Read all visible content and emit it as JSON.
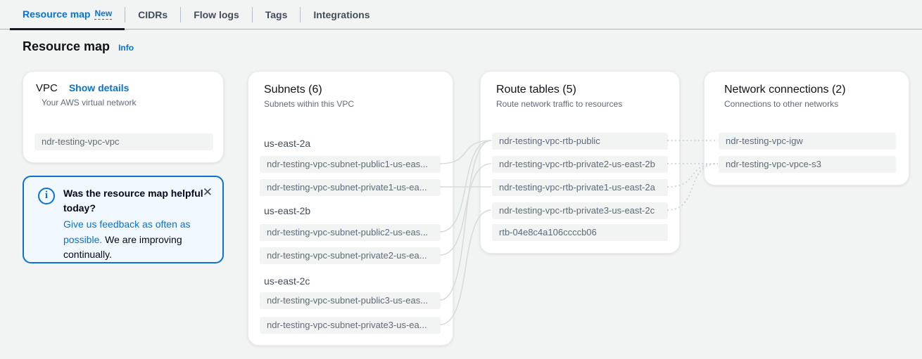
{
  "tabs": {
    "items": [
      {
        "label": "Resource map",
        "badge": "New",
        "active": true
      },
      {
        "label": "CIDRs",
        "active": false
      },
      {
        "label": "Flow logs",
        "active": false
      },
      {
        "label": "Tags",
        "active": false
      },
      {
        "label": "Integrations",
        "active": false
      }
    ]
  },
  "header": {
    "title": "Resource map",
    "info_label": "Info"
  },
  "vpc_card": {
    "title": "VPC",
    "details_link": "Show details",
    "subtitle": "Your AWS virtual network",
    "item": "ndr-testing-vpc-vpc"
  },
  "subnets_card": {
    "title": "Subnets (6)",
    "subtitle": "Subnets within this VPC",
    "groups": [
      {
        "az": "us-east-2a",
        "items": [
          "ndr-testing-vpc-subnet-public1-us-eas...",
          "ndr-testing-vpc-subnet-private1-us-ea..."
        ]
      },
      {
        "az": "us-east-2b",
        "items": [
          "ndr-testing-vpc-subnet-public2-us-eas...",
          "ndr-testing-vpc-subnet-private2-us-ea..."
        ]
      },
      {
        "az": "us-east-2c",
        "items": [
          "ndr-testing-vpc-subnet-public3-us-eas...",
          "ndr-testing-vpc-subnet-private3-us-ea..."
        ]
      }
    ]
  },
  "route_tables_card": {
    "title": "Route tables (5)",
    "subtitle": "Route network traffic to resources",
    "items": [
      "ndr-testing-vpc-rtb-public",
      "ndr-testing-vpc-rtb-private2-us-east-2b",
      "ndr-testing-vpc-rtb-private1-us-east-2a",
      "ndr-testing-vpc-rtb-private3-us-east-2c",
      "rtb-04e8c4a106ccccb06"
    ]
  },
  "network_card": {
    "title": "Network connections (2)",
    "subtitle": "Connections to other networks",
    "items": [
      "ndr-testing-vpc-igw",
      "ndr-testing-vpc-vpce-s3"
    ]
  },
  "feedback": {
    "title": "Was the resource map helpful today?",
    "link_text": "Give us feedback as often as possible.",
    "body_text": " We are improving continually."
  },
  "icons": {
    "info_letter": "i",
    "close": "✕"
  },
  "colors": {
    "accent": "#0972d3",
    "active_tab_underline": "#16191f",
    "card_background": "#ffffff",
    "page_background": "#f2f3f3",
    "pill_background": "#f2f3f3",
    "connector": "#d5dbdb"
  },
  "connections": {
    "subnets_to_route_tables": [
      {
        "from": "ndr-testing-vpc-subnet-public1",
        "to": "ndr-testing-vpc-rtb-public"
      },
      {
        "from": "ndr-testing-vpc-subnet-private1",
        "to": "ndr-testing-vpc-rtb-private1-us-east-2a"
      },
      {
        "from": "ndr-testing-vpc-subnet-public2",
        "to": "ndr-testing-vpc-rtb-public"
      },
      {
        "from": "ndr-testing-vpc-subnet-private2",
        "to": "ndr-testing-vpc-rtb-private2-us-east-2b"
      },
      {
        "from": "ndr-testing-vpc-subnet-public3",
        "to": "ndr-testing-vpc-rtb-public"
      },
      {
        "from": "ndr-testing-vpc-subnet-private3",
        "to": "ndr-testing-vpc-rtb-private3-us-east-2c"
      }
    ],
    "route_tables_to_network_connections": [
      {
        "from": "ndr-testing-vpc-rtb-public",
        "to": "ndr-testing-vpc-igw"
      },
      {
        "from": "ndr-testing-vpc-rtb-private2-us-east-2b",
        "to": "ndr-testing-vpc-vpce-s3"
      },
      {
        "from": "ndr-testing-vpc-rtb-private1-us-east-2a",
        "to": "ndr-testing-vpc-vpce-s3"
      },
      {
        "from": "ndr-testing-vpc-rtb-private3-us-east-2c",
        "to": "ndr-testing-vpc-vpce-s3"
      }
    ]
  }
}
